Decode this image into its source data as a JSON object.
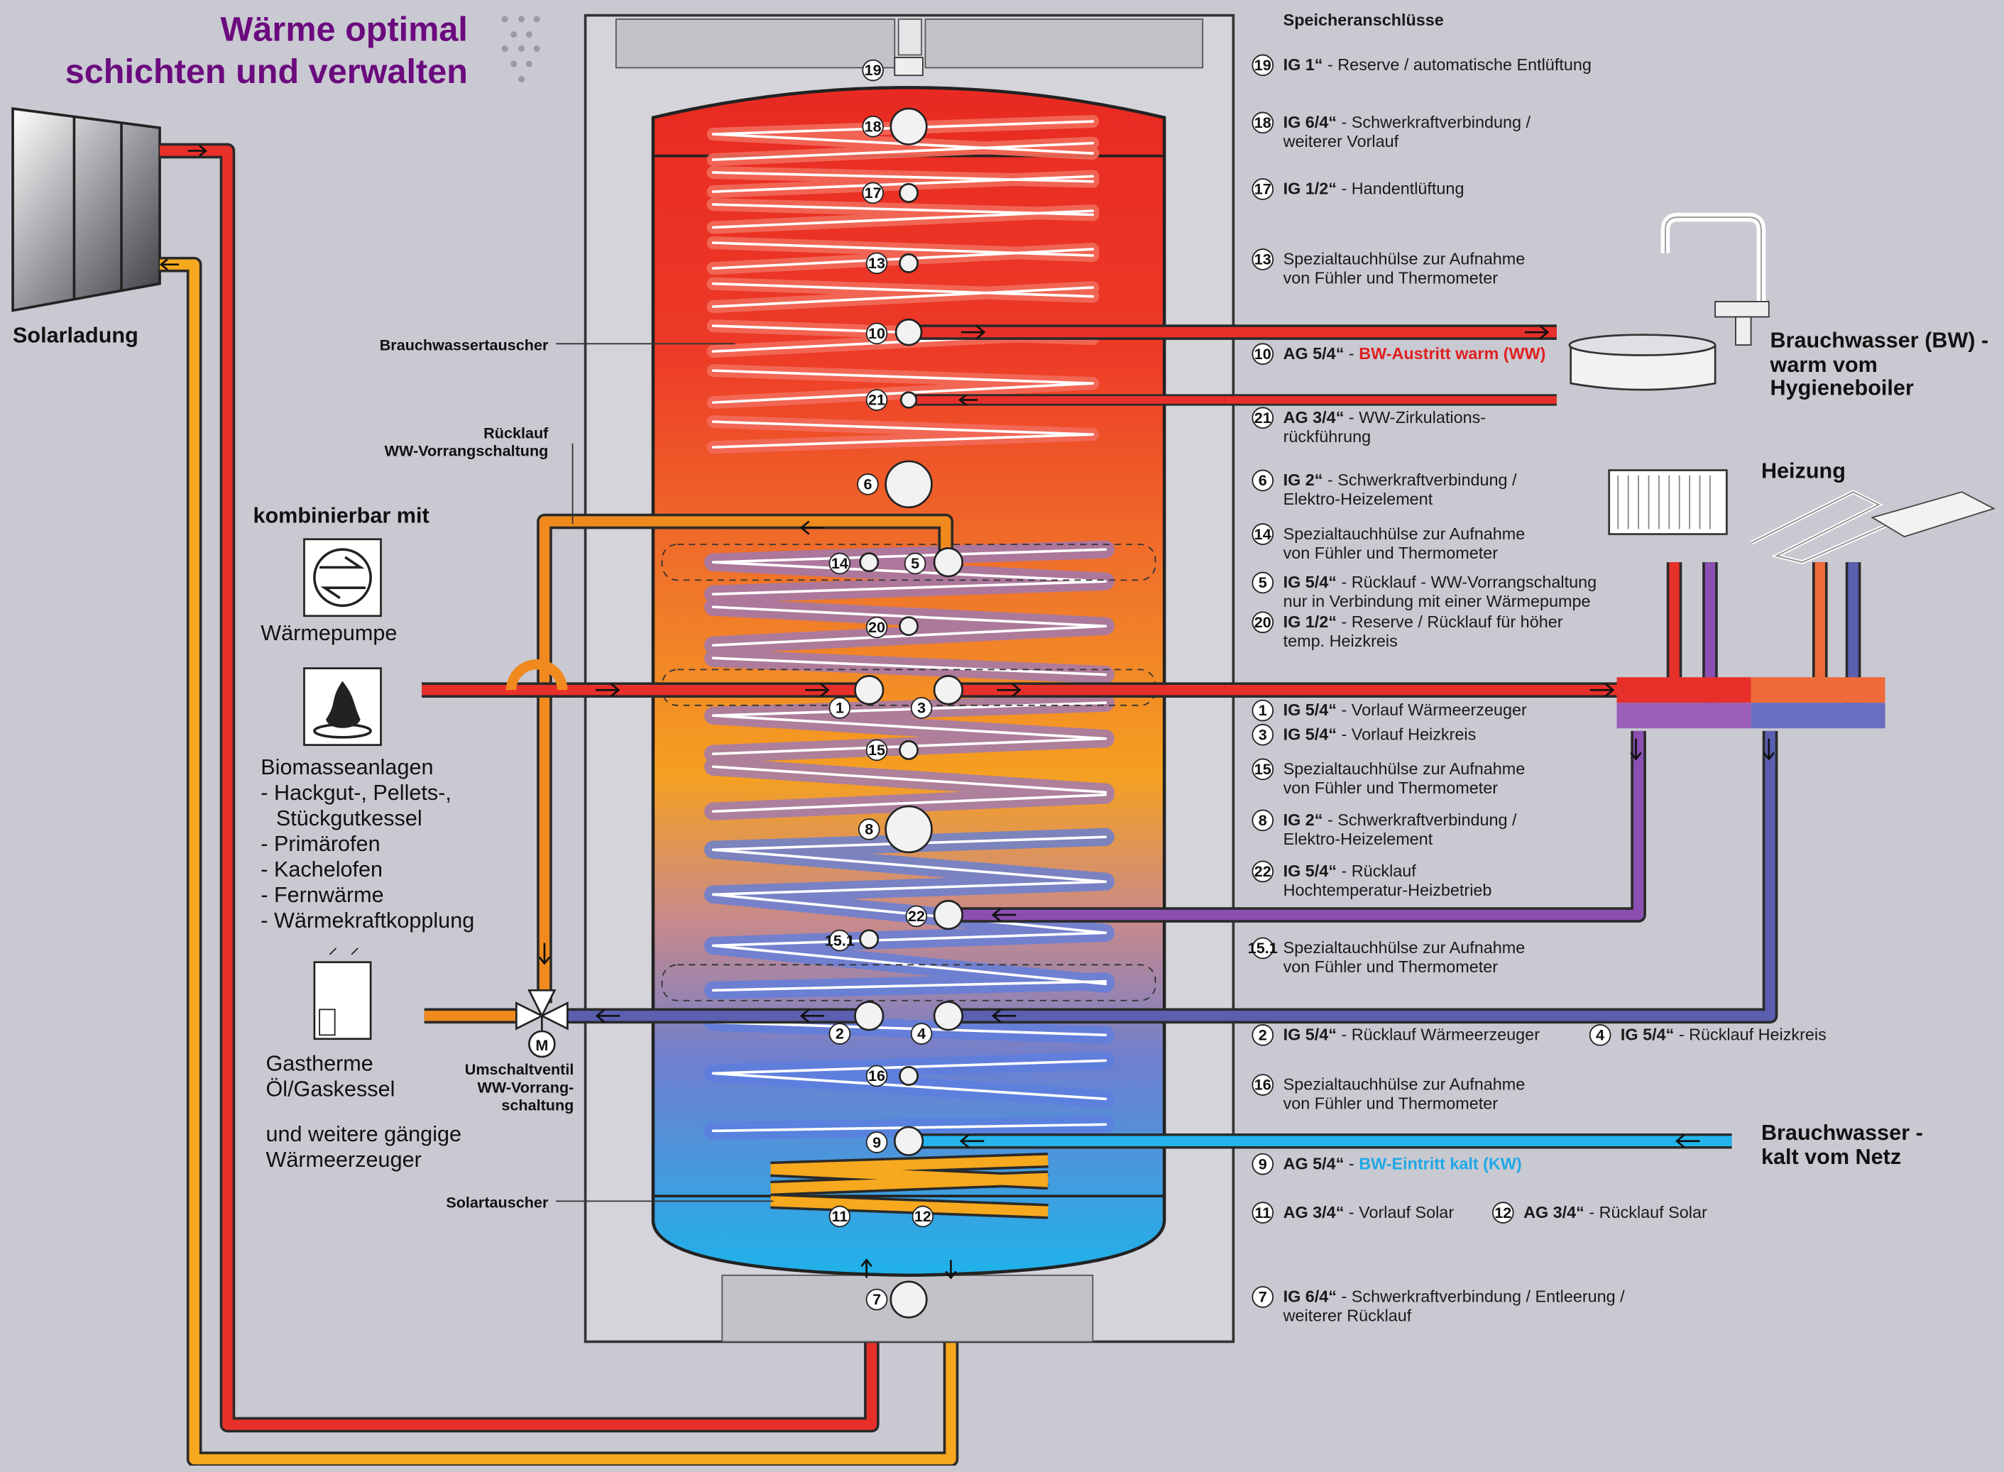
{
  "title": {
    "line1": "Wärme optimal",
    "line2": "schichten und verwalten"
  },
  "left": {
    "solar": "Solarladung",
    "kombinierbar": "kombinierbar mit",
    "waermepumpe": "Wärmepumpe",
    "biomasse": [
      "Biomasseanlagen",
      "- Hackgut-, Pellets-,",
      "  Stückgutkessel",
      "- Primärofen",
      "- Kachelofen",
      "- Fernwärme",
      "- Wärmekraftkopplung"
    ],
    "gas": [
      "Gastherme",
      "Öl/Gaskessel"
    ],
    "weitere": [
      "und weitere gängige",
      "Wärmeerzeuger"
    ]
  },
  "labels": {
    "brauchwassertauscher": "Brauchwassertauscher",
    "ruecklauf": [
      "Rücklauf",
      "WW-Vorrangschaltung"
    ],
    "umschaltventil": [
      "Umschaltventil",
      "WW-Vorrang-",
      "schaltung"
    ],
    "motor": "M",
    "solartauscher": "Solartauscher"
  },
  "right": {
    "bw_warm": [
      "Brauchwasser (BW) -",
      "warm vom",
      "Hygieneboiler"
    ],
    "heizung": "Heizung",
    "bw_kalt": [
      "Brauchwasser -",
      "kalt vom Netz"
    ]
  },
  "legend": {
    "header": "Speicheranschlüsse",
    "items": [
      {
        "n": "19",
        "code": "IG 1“",
        "text": [
          "- Reserve / automatische Entlüftung"
        ]
      },
      {
        "n": "18",
        "code": "IG 6/4“",
        "text": [
          "- Schwerkraftverbindung /",
          "weiterer Vorlauf"
        ]
      },
      {
        "n": "17",
        "code": "IG 1/2“",
        "text": [
          "- Handentlüftung"
        ]
      },
      {
        "n": "13",
        "code": "",
        "text": [
          "Spezialtauchhülse zur Aufnahme",
          "von Fühler und Thermometer"
        ]
      },
      {
        "n": "10",
        "code": "AG 5/4“",
        "text": [
          "- ",
          "BW-Austritt warm (WW)"
        ]
      },
      {
        "n": "21",
        "code": "AG 3/4“",
        "text": [
          "- WW-Zirkulations-",
          "rückführung"
        ]
      },
      {
        "n": "6",
        "code": "IG 2“",
        "text": [
          "- Schwerkraftverbindung /",
          "Elektro-Heizelement"
        ]
      },
      {
        "n": "14",
        "code": "",
        "text": [
          "Spezialtauchhülse zur Aufnahme",
          "von Fühler und Thermometer"
        ]
      },
      {
        "n": "5",
        "code": "IG 5/4“",
        "text": [
          "- Rücklauf - WW-Vorrangschaltung",
          "nur in Verbindung mit einer Wärmepumpe"
        ]
      },
      {
        "n": "20",
        "code": "IG 1/2“",
        "text": [
          "- Reserve / Rücklauf für höher",
          "temp. Heizkreis"
        ]
      },
      {
        "n": "1",
        "code": "IG 5/4“",
        "text": [
          "- Vorlauf Wärmeerzeuger"
        ]
      },
      {
        "n": "3",
        "code": "IG 5/4“",
        "text": [
          "- Vorlauf Heizkreis"
        ]
      },
      {
        "n": "15",
        "code": "",
        "text": [
          "Spezialtauchhülse zur Aufnahme",
          "von Fühler und Thermometer"
        ]
      },
      {
        "n": "8",
        "code": "IG 2“",
        "text": [
          "- Schwerkraftverbindung /",
          "Elektro-Heizelement"
        ]
      },
      {
        "n": "22",
        "code": "IG 5/4“",
        "text": [
          "- Rücklauf",
          "Hochtemperatur-Heizbetrieb"
        ]
      },
      {
        "n": "15.1",
        "code": "",
        "text": [
          "Spezialtauchhülse zur Aufnahme",
          "von Fühler und Thermometer"
        ]
      },
      {
        "n": "2",
        "code": "IG 5/4“",
        "text": [
          "- Rücklauf Wärmeerzeuger"
        ]
      },
      {
        "n": "4",
        "code": "IG 5/4“",
        "text": [
          "- Rücklauf Heizkreis"
        ]
      },
      {
        "n": "16",
        "code": "",
        "text": [
          "Spezialtauchhülse zur Aufnahme",
          "von Fühler und Thermometer"
        ]
      },
      {
        "n": "9",
        "code": "AG 5/4“",
        "text": [
          "- ",
          "BW-Eintritt kalt (KW)"
        ]
      },
      {
        "n": "11",
        "code": "AG 3/4“",
        "text": [
          "- Vorlauf Solar"
        ]
      },
      {
        "n": "12",
        "code": "AG 3/4“",
        "text": [
          "- Rücklauf Solar"
        ]
      },
      {
        "n": "7",
        "code": "IG 6/4“",
        "text": [
          "- Schwerkraftverbindung / Entleerung /",
          "weiterer Rücklauf"
        ]
      }
    ]
  },
  "colors": {
    "hot": "#e8302a",
    "orange": "#f08a1e",
    "yellow": "#f6a81e",
    "purple": "#8a4fb0",
    "blue": "#5a5fb0",
    "cold": "#22b4ea",
    "title": "#6b0a7e",
    "warm_text": "#e02020",
    "cold_text": "#1fa8e6"
  }
}
